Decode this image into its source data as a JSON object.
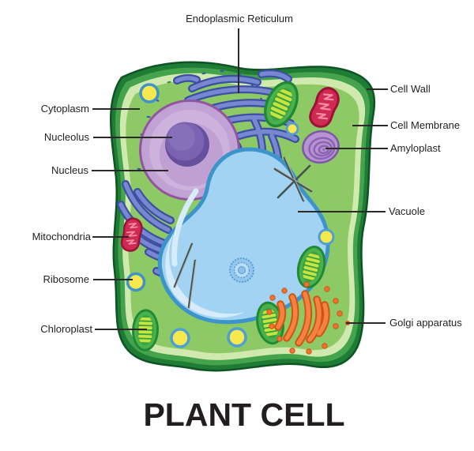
{
  "title": "PLANT CELL",
  "labels": {
    "endoplasmic_reticulum": "Endoplasmic Reticulum",
    "cytoplasm": "Cytoplasm",
    "nucleolus": "Nucleolus",
    "nucleus": "Nucleus",
    "mitochondria": "Mitochondria",
    "ribosome": "Ribosome",
    "chloroplast": "Chloroplast",
    "cell_wall": "Cell Wall",
    "cell_membrane": "Cell Membrane",
    "amyloplast": "Amyloplast",
    "vacuole": "Vacuole",
    "golgi_apparatus": "Golgi apparatus"
  },
  "colors": {
    "cell_wall_dark": "#1e7c35",
    "cell_wall_outline": "#0f5424",
    "cell_wall_mid": "#44a34c",
    "cell_membrane_pale": "#d0e9ae",
    "cytoplasm": "#8dc965",
    "nucleus_body": "#ccb2dd",
    "nucleus_rim": "#94549f",
    "nucleolus": "#66509d",
    "endoplasmic_reticulum": "#7787d0",
    "vacuole_fill": "#a2d3f2",
    "vacuole_edge": "#3c94cb",
    "chloroplast_fill": "#4ab14d",
    "chloroplast_stripe": "#c9e43c",
    "mitochondria_fill": "#d02a52",
    "amyloplast_fill": "#b793d2",
    "golgi_fill": "#f58142",
    "ribosome_fill": "#f6e94e",
    "label_text": "#231f20",
    "leader_line": "#2b2a29"
  }
}
